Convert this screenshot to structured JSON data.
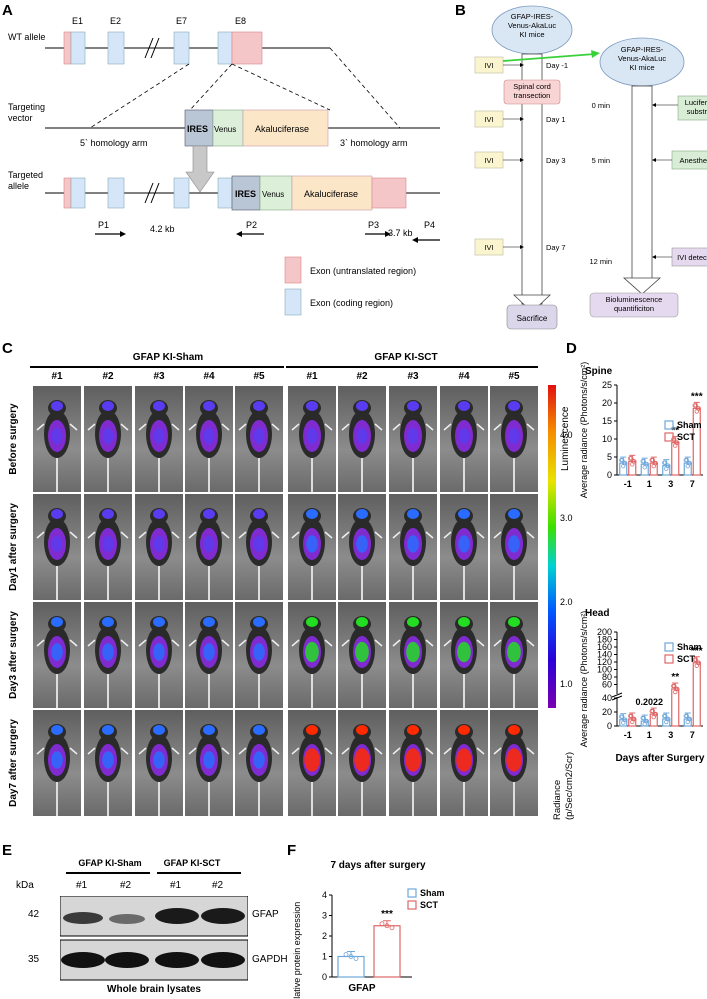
{
  "panels": {
    "a": "A",
    "b": "B",
    "c": "C",
    "d": "D",
    "e": "E",
    "f": "F"
  },
  "panel_a": {
    "wt_allele": "WT allele",
    "targeting_vector": "Targeting\nvector",
    "targeted_allele": "Targeted\nallele",
    "exons": [
      "E1",
      "E2",
      "E7",
      "E8"
    ],
    "ires": "IRES",
    "venus": "Venus",
    "akaluc": "Akaluciferase",
    "homology5": "5` homology arm",
    "homology3": "3` homology arm",
    "p1": "P1",
    "p2": "P2",
    "p3": "P3",
    "p4": "P4",
    "size1": "4.2 kb",
    "size2": "3.7 kb",
    "legend_utr": "Exon (untranslated region)",
    "legend_coding": "Exon (coding region)",
    "colors": {
      "utr": "#f4c6c8",
      "coding": "#d4e6f7",
      "ires": "#b9c6d6",
      "venus": "#dcefd9",
      "akaluc": "#fbe6c8"
    }
  },
  "panel_b": {
    "mouse1": "GFAP-IRES-\nVenus-AkaLuc\nKI mice",
    "mouse2": "GFAP-IRES-\nVenus-AkaLuc\nKI mice",
    "ivi": "IVI",
    "day_m1": "Day -1",
    "day1": "Day 1",
    "day3": "Day 3",
    "day7": "Day 7",
    "spinal": "Spinal cord\ntransection",
    "sacrifice": "Sacrifice",
    "t0": "0 min",
    "t5": "5 min",
    "t12": "12 min",
    "luciferase": "Luciferase\nsubstrate",
    "anesthetic": "Anesthetic",
    "ivi_detection": "IVI detection",
    "biolum": "Bioluminescence\nquantificiton"
  },
  "panel_c": {
    "group_sham": "GFAP KI-Sham",
    "group_sct": "GFAP KI-SCT",
    "columns": [
      "#1",
      "#2",
      "#3",
      "#4",
      "#5"
    ],
    "rows": [
      "Before surgery",
      "Day1 after surgery",
      "Day3 after  surgery",
      "Day7 after  surgery"
    ],
    "colorbar_title": "Luminescence",
    "colorbar_ticks": [
      "4.0",
      "3.0",
      "2.0",
      "1.0"
    ],
    "colorbar_unit": "Radiance\n(p/Sec/cm2/Scr)"
  },
  "chart_data": [
    {
      "type": "bar",
      "title": "Spine",
      "categories": [
        "-1",
        "1",
        "3",
        "7"
      ],
      "ylabel": "Average radiance (Photons/s/cm²)",
      "ylim": [
        0,
        25
      ],
      "yticks": [
        "0",
        "5",
        "10",
        "15",
        "20",
        "25"
      ],
      "series": [
        {
          "name": "Sham",
          "values": [
            3.3,
            3.0,
            2.6,
            3.3
          ]
        },
        {
          "name": "SCT",
          "values": [
            3.8,
            3.3,
            9.0,
            18.5
          ]
        }
      ],
      "annotations": {
        "3": "**",
        "7": "***"
      }
    },
    {
      "type": "bar",
      "title": "Head",
      "categories": [
        "-1",
        "1",
        "3",
        "7"
      ],
      "xlabel": "Days after Surgery",
      "ylabel": "Average radiance (Photons/s/cm²)",
      "yticks": [
        "0",
        "20",
        "40",
        "60",
        "80",
        "100",
        "120",
        "140",
        "160",
        "180",
        "200"
      ],
      "series": [
        {
          "name": "Sham",
          "values": [
            9,
            7,
            10,
            10
          ]
        },
        {
          "name": "SCT",
          "values": [
            10,
            17,
            48,
            118
          ]
        }
      ],
      "annotations": {
        "1": "0.2022",
        "3": "**",
        "7": "***"
      }
    },
    {
      "type": "bar",
      "title": "7 days after surgery",
      "categories": [
        "GFAP"
      ],
      "ylabel": "Relative protein expression",
      "ylim": [
        0,
        4
      ],
      "yticks": [
        "0",
        "1",
        "2",
        "3",
        "4"
      ],
      "series": [
        {
          "name": "Sham",
          "values": [
            1.0
          ]
        },
        {
          "name": "SCT",
          "values": [
            2.5
          ]
        }
      ],
      "annotations": {
        "SCT": "***"
      }
    }
  ],
  "panel_e": {
    "group_sham": "GFAP KI-Sham",
    "group_sct": "GFAP KI-SCT",
    "kda": "kDa",
    "lanes": [
      "#1",
      "#2",
      "#1",
      "#2"
    ],
    "band1_kda": "42",
    "band1_label": "GFAP",
    "band2_kda": "35",
    "band2_label": "GAPDH",
    "caption": "Whole brain lysates"
  },
  "colors": {
    "sham": "#6fa8dc",
    "sct": "#e06666"
  }
}
